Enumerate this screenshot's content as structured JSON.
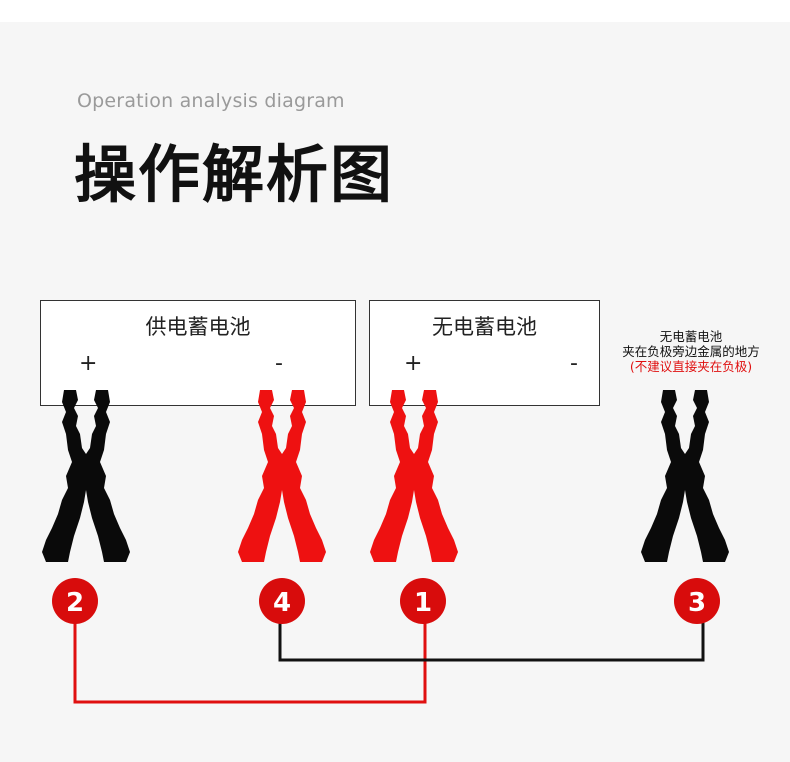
{
  "header": {
    "subtitle": "Operation analysis diagram",
    "title": "操作解析图"
  },
  "boxes": [
    {
      "label": "供电蓄电池",
      "plus": "+",
      "minus": "-"
    },
    {
      "label": "无电蓄电池",
      "plus": "+",
      "minus": "-"
    }
  ],
  "note": {
    "line1": "无电蓄电池",
    "line2": "夹在负极旁边金属的地方",
    "warning": "(不建议直接夹在负极)"
  },
  "clamps": [
    {
      "color": "#0a0a0a",
      "name": "black"
    },
    {
      "color": "#ee1111",
      "name": "red"
    },
    {
      "color": "#ee1111",
      "name": "red"
    },
    {
      "color": "#0a0a0a",
      "name": "black"
    }
  ],
  "badges": [
    "2",
    "4",
    "1",
    "3"
  ],
  "colors": {
    "badge_red": "#d80c0c",
    "red_wire": "#e01010",
    "black_wire": "#111111"
  }
}
